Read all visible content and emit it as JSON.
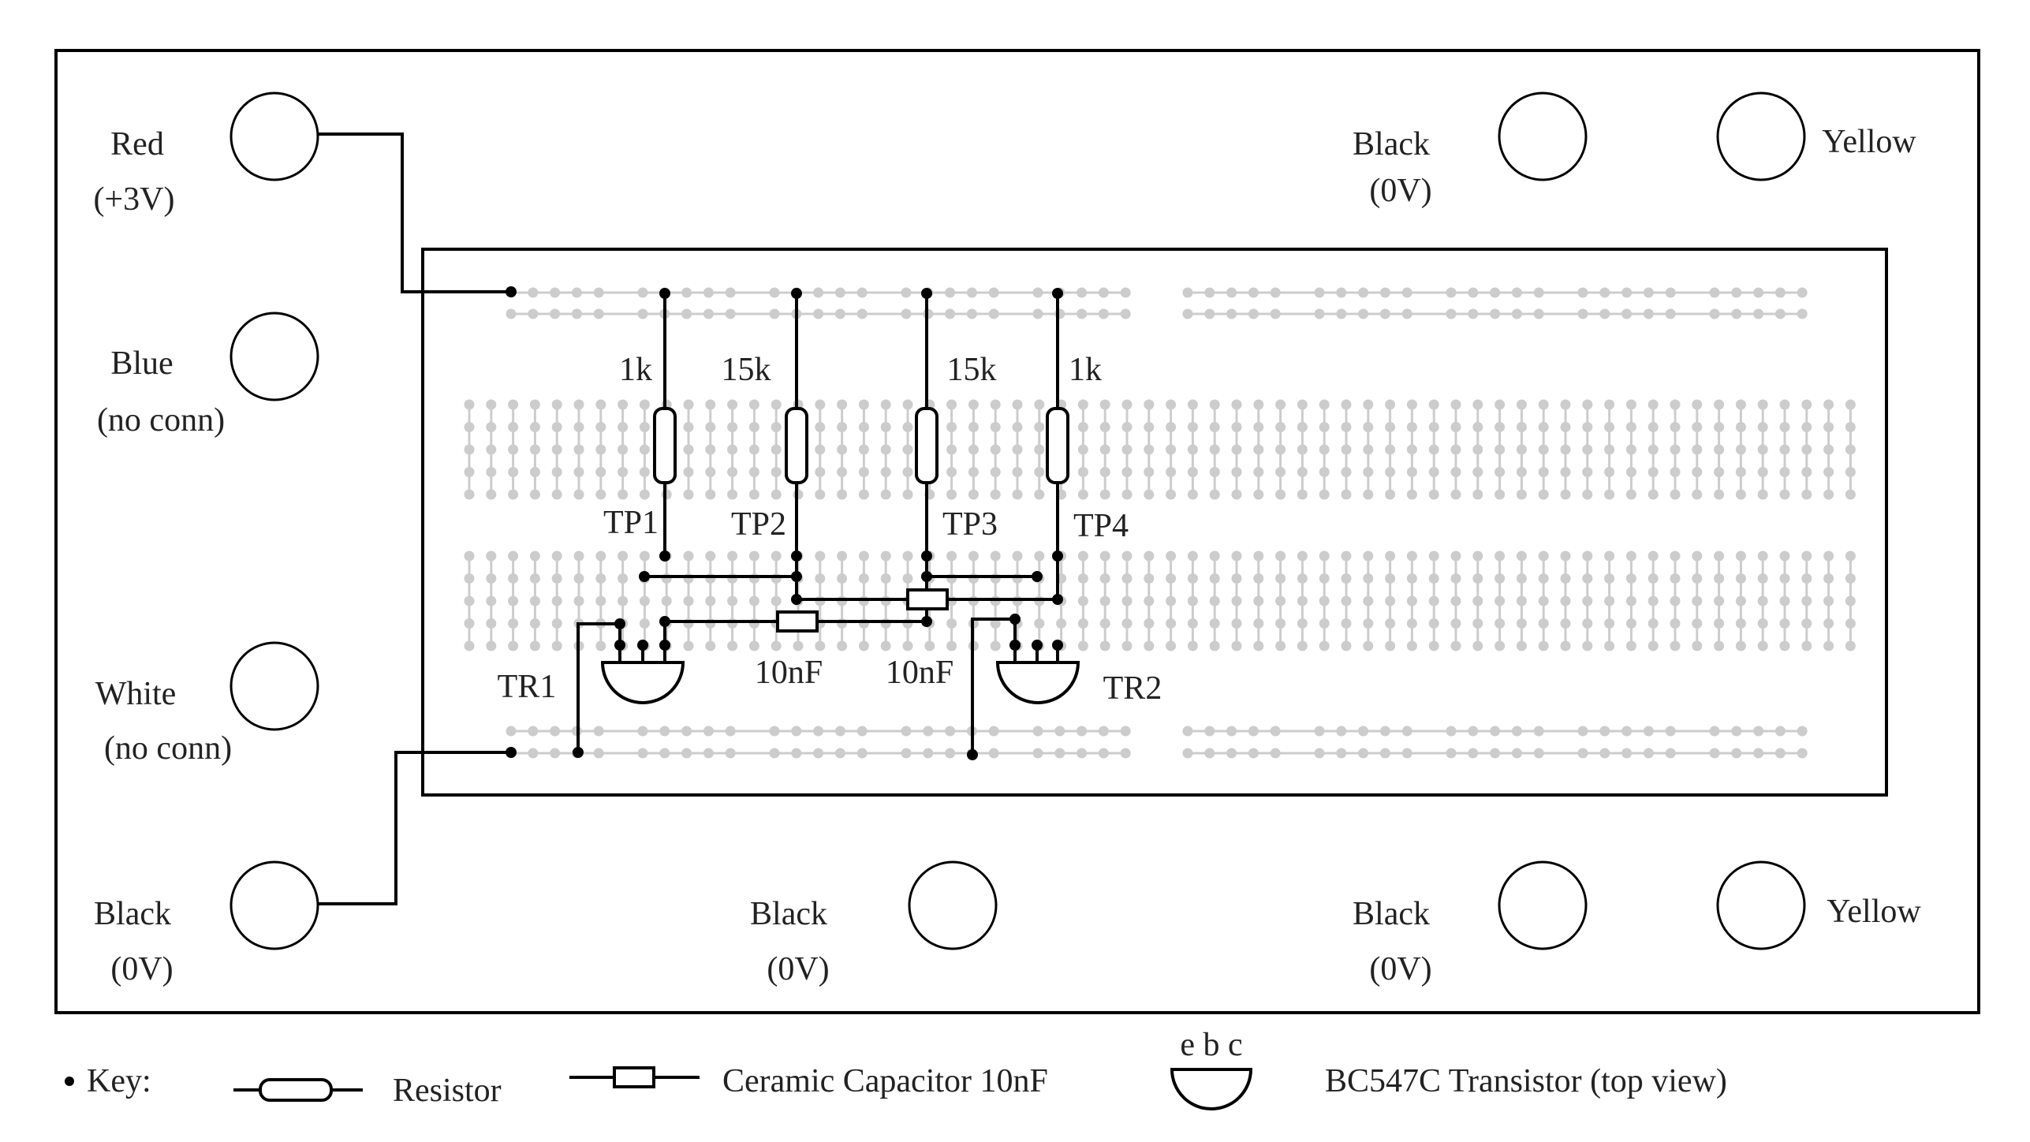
{
  "terminals": [
    {
      "id": "red",
      "label": "Red",
      "sublabel": "(+3V)"
    },
    {
      "id": "blue",
      "label": "Blue",
      "sublabel": "(no conn)"
    },
    {
      "id": "white",
      "label": "White",
      "sublabel": "(no conn)"
    },
    {
      "id": "black-bottom-left",
      "label": "Black",
      "sublabel": "(0V)"
    },
    {
      "id": "black-bottom-mid",
      "label": "Black",
      "sublabel": "(0V)"
    },
    {
      "id": "black-bottom-right",
      "label": "Black",
      "sublabel": "(0V)"
    },
    {
      "id": "yellow-bottom",
      "label": "Yellow",
      "sublabel": ""
    },
    {
      "id": "black-top-right",
      "label": "Black",
      "sublabel": "(0V)"
    },
    {
      "id": "yellow-top",
      "label": "Yellow",
      "sublabel": ""
    }
  ],
  "components": {
    "resistors": [
      "1k",
      "15k",
      "15k",
      "1k"
    ],
    "test_points": [
      "TP1",
      "TP2",
      "TP3",
      "TP4"
    ],
    "capacitors": [
      "10nF",
      "10nF"
    ],
    "transistors": [
      "TR1",
      "TR2"
    ]
  },
  "key": {
    "title": "Key:",
    "resistor": "Resistor",
    "capacitor": "Ceramic Capacitor 10nF",
    "transistor_pins": "e b c",
    "transistor": "BC547C Transistor (top view)"
  },
  "colors": {
    "wire": "#000000",
    "breadboard_hole": "#cccccc",
    "text": "#222222"
  }
}
